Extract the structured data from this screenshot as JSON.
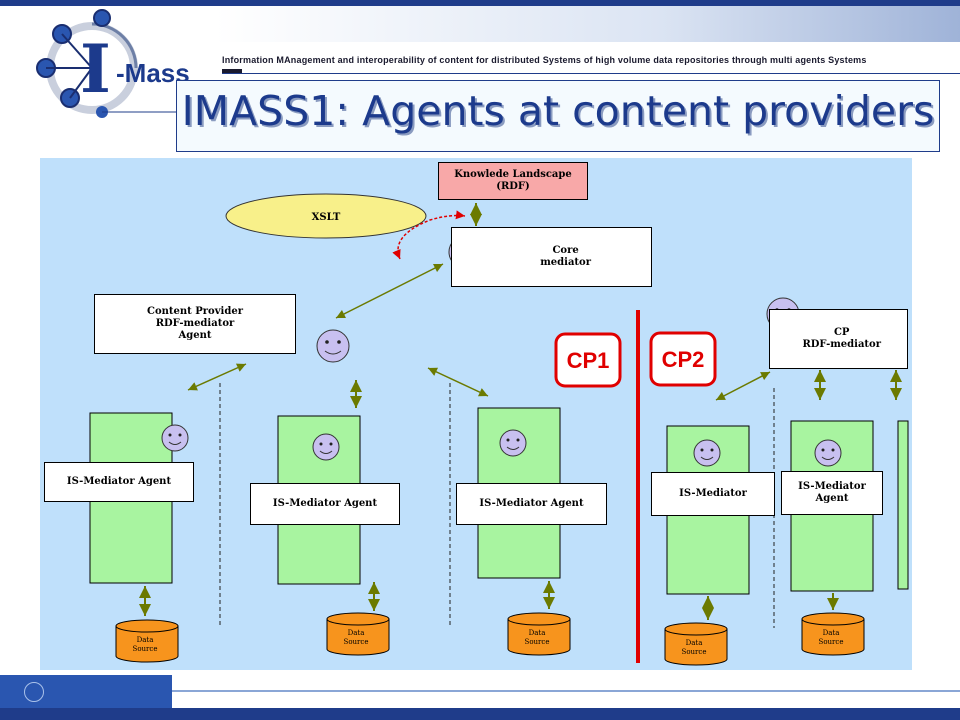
{
  "header": {
    "tagline": "Information MAnagement and interoperability of content for distributed Systems of high volume data repositories through multi agents Systems",
    "logo_letter": "I",
    "logo_text": "-Mass",
    "title": "IMASS1: Agents at content providers"
  },
  "diagram": {
    "knowledge_landscape": "Knowlede Landscape\n(RDF)",
    "xslt": "XSLT",
    "core_mediator": "Core\nmediator",
    "content_provider_agent": "Content Provider\nRDF-mediator\nAgent",
    "cp_rdf_mediator": "CP\nRDF-mediator",
    "cp1": "CP1",
    "cp2": "CP2",
    "is_mediator_agent": "IS-Mediator Agent",
    "is_mediator": "IS-Mediator",
    "is_mediator_agent_wrapped": "IS-Mediator\nAgent",
    "data_source": "Data\nSource"
  },
  "colors": {
    "title": "#1c3a8c",
    "diagram_bg": "#bfe0fb",
    "knowledge_box": "#f8a8a8",
    "xslt_ellipse": "#f8f08a",
    "column_fill": "#a8f4a0",
    "data_source": "#f7941d",
    "arrow": "#6b7a00",
    "cp_divider": "#e00000"
  }
}
